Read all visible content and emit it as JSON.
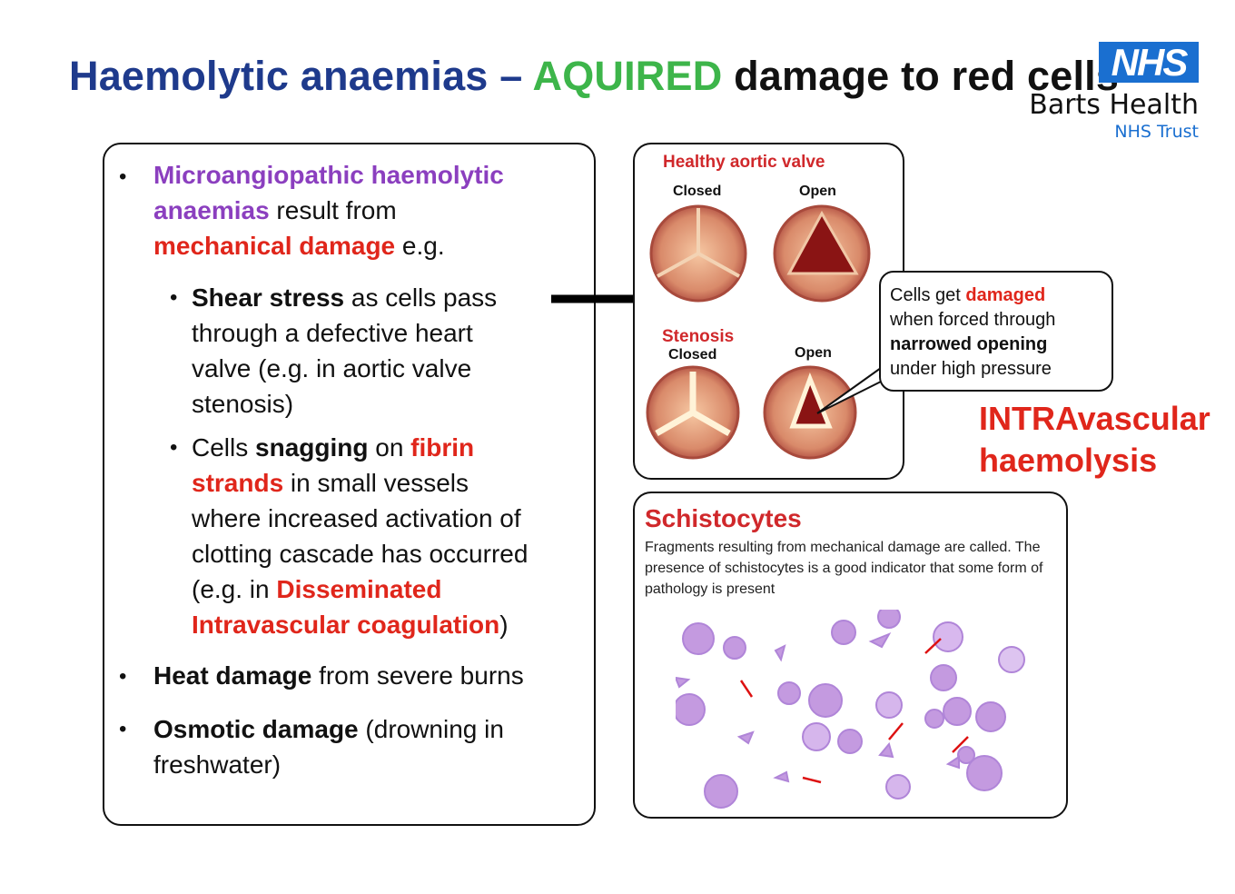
{
  "title": {
    "part1": "Haemolytic anaemias – ",
    "part2": "AQUIRED",
    "part3": " damage to red cells"
  },
  "logo": {
    "nhs": "NHS",
    "org": "Barts Health",
    "trust": "NHS Trust"
  },
  "left": {
    "b1": {
      "p1": "Microangiopathic haemolytic",
      "p2": "anaemias",
      "p3": " result from",
      "p4": "mechanical damage",
      "p5": " e.g."
    },
    "s1": {
      "p1": "Shear stress",
      "p2": " as cells pass",
      "l2": "through a defective heart",
      "l3": "valve (e.g. in aortic valve",
      "l4": "stenosis)"
    },
    "s2": {
      "p1": "Cells ",
      "p2": "snagging",
      "p3": " on ",
      "p4": "fibrin",
      "p5": "strands",
      "p6": " in small vessels",
      "l3": "where increased activation of",
      "l4": "clotting cascade has occurred",
      "l5a": "(e.g. in ",
      "l5b": "Disseminated",
      "l6a": "Intravascular coagulation",
      "l6b": ")"
    },
    "b2": {
      "p1": "Heat damage",
      "p2": " from severe burns"
    },
    "b3": {
      "p1": "Osmotic damage",
      "p2": " (drowning in",
      "l2": "freshwater)"
    }
  },
  "valve": {
    "healthy": "Healthy aortic valve",
    "closed": "Closed",
    "open": "Open",
    "stenosis": "Stenosis",
    "closed2": "Closed",
    "open2": "Open"
  },
  "callout": {
    "p1": "Cells get ",
    "p2": "damaged",
    "l2": "when forced through",
    "l3": "narrowed opening",
    "l4": "under high pressure"
  },
  "intra": {
    "l1": "INTRAvascular",
    "l2": "haemolysis"
  },
  "schisto": {
    "title": "Schistocytes",
    "text": "Fragments resulting from mechanical damage are called. The presence of schistocytes is a good indicator that some form of pathology is present"
  },
  "colors": {
    "title_blue": "#1e3a8c",
    "green": "#3db54a",
    "purple": "#8b3fbf",
    "red": "#e0261b",
    "nhs_blue": "#1a6fd0"
  }
}
